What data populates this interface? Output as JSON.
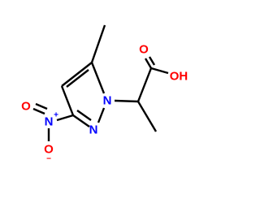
{
  "molecule": {
    "atoms": {
      "oh": {
        "text": "OH",
        "color": "#ff0000"
      },
      "n1": {
        "text": "N",
        "color": "#0000ff"
      },
      "n2": {
        "text": "N",
        "color": "#0000ff"
      },
      "n_nitro": {
        "text": "N",
        "charge": "+",
        "color": "#0000ff"
      },
      "o_nitro_top": {
        "text": "O",
        "color": "#ff0000"
      },
      "o_nitro_bottom": {
        "text": "O",
        "charge": "−",
        "color": "#ff0000"
      },
      "o_carbonyl": {
        "text": "O",
        "color": "#ff0000"
      }
    },
    "bond_color": "#000000"
  }
}
